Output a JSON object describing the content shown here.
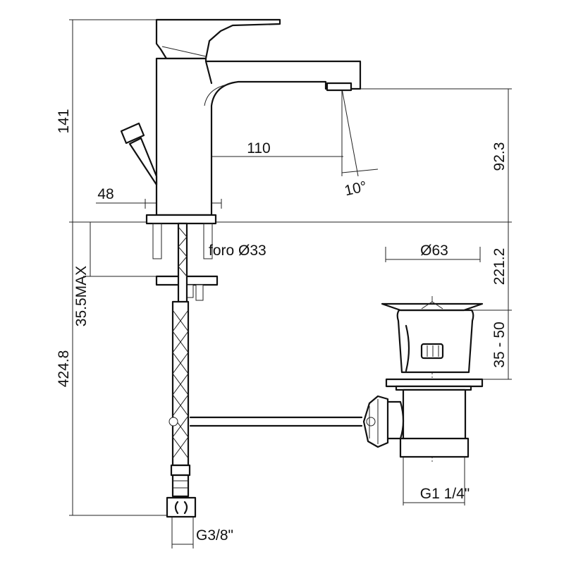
{
  "dimensions": {
    "total_height": "141",
    "spout_reach": "110",
    "outlet_height": "92.3",
    "spray_angle": "10°",
    "base_width": "48",
    "hole_diameter": "foro Ø33",
    "deck_thickness_max": "35.5MAX",
    "hose_length": "424.8",
    "waste_diameter": "Ø63",
    "waste_head_height": "221.2",
    "waste_adjust_range": "35 - 50",
    "waste_thread": "G1 1/4\"",
    "hose_thread": "G3/8\""
  }
}
